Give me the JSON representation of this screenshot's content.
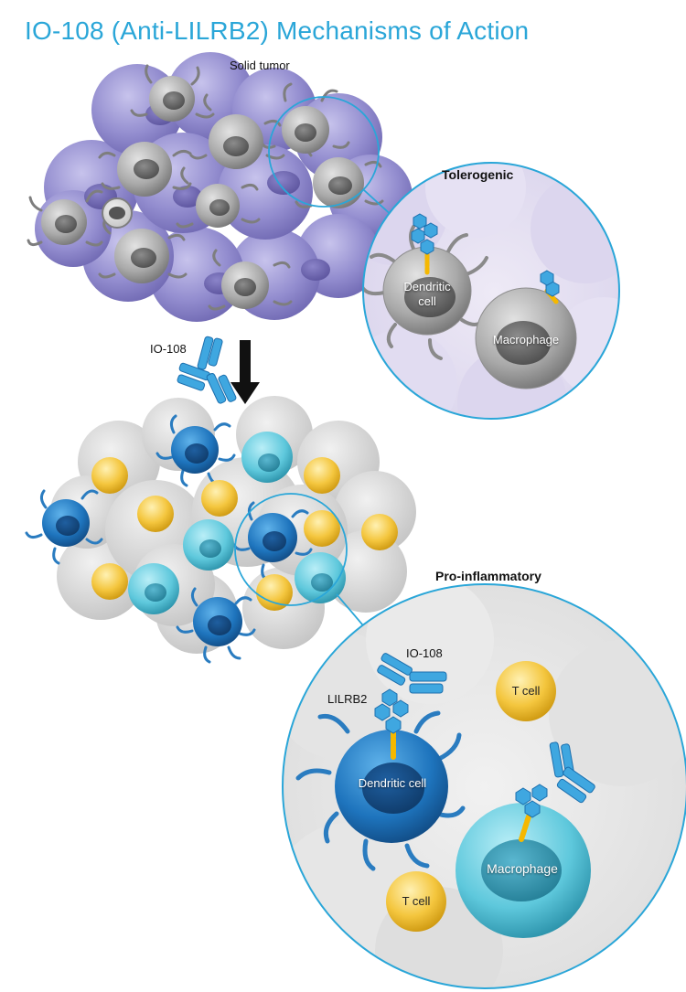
{
  "title": "IO-108 (Anti-LILRB2) Mechanisms of Action",
  "labels": {
    "solid_tumor": "Solid tumor",
    "tolerogenic": "Tolerogenic",
    "pro_inflammatory": "Pro-inflammatory",
    "io108_arrow": "IO-108",
    "io108_zoom": "IO-108",
    "lilrb2": "LILRB2",
    "dendritic_cell_line1": "Dendritic",
    "dendritic_cell_line2": "cell",
    "macrophage_tol": "Macrophage",
    "dendritic_cell_pro": "Dendritic cell",
    "macrophage_pro": "Macrophage",
    "t_cell_1": "T cell",
    "t_cell_2": "T cell"
  },
  "colors": {
    "title": "#2aa6d8",
    "tumor_purple": "#8f89c9",
    "grey_cell": "#9a9a9a",
    "dendritic_blue": "#1e6fb5",
    "macrophage_cyan": "#5ec8dc",
    "t_cell_yellow": "#f1c232",
    "antibody_blue": "#3fa7e0",
    "linker_yellow": "#f5b800"
  }
}
